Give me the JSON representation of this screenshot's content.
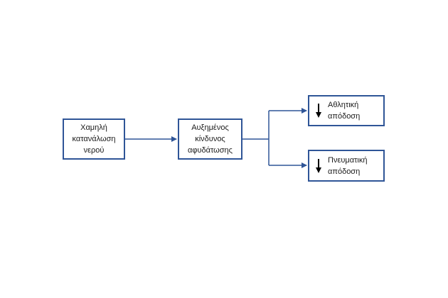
{
  "diagram": {
    "nodes": {
      "low_water": {
        "label": "Χαμηλή\nκατανάλωση\nνερού"
      },
      "dehydration": {
        "label": "Αυξημένος\nκίνδυνος\nαφυδάτωσης"
      },
      "athletic": {
        "label": "Αθλητική\nαπόδοση",
        "indicator": "down-arrow-icon"
      },
      "mental": {
        "label": "Πνευματική\nαπόδοση",
        "indicator": "down-arrow-icon"
      }
    },
    "edges": [
      {
        "from": "low_water",
        "to": "dehydration"
      },
      {
        "from": "dehydration",
        "to": "athletic"
      },
      {
        "from": "dehydration",
        "to": "mental"
      }
    ],
    "colors": {
      "box_border": "#2f5597",
      "connector": "#2f5597",
      "indicator": "#000000"
    }
  }
}
